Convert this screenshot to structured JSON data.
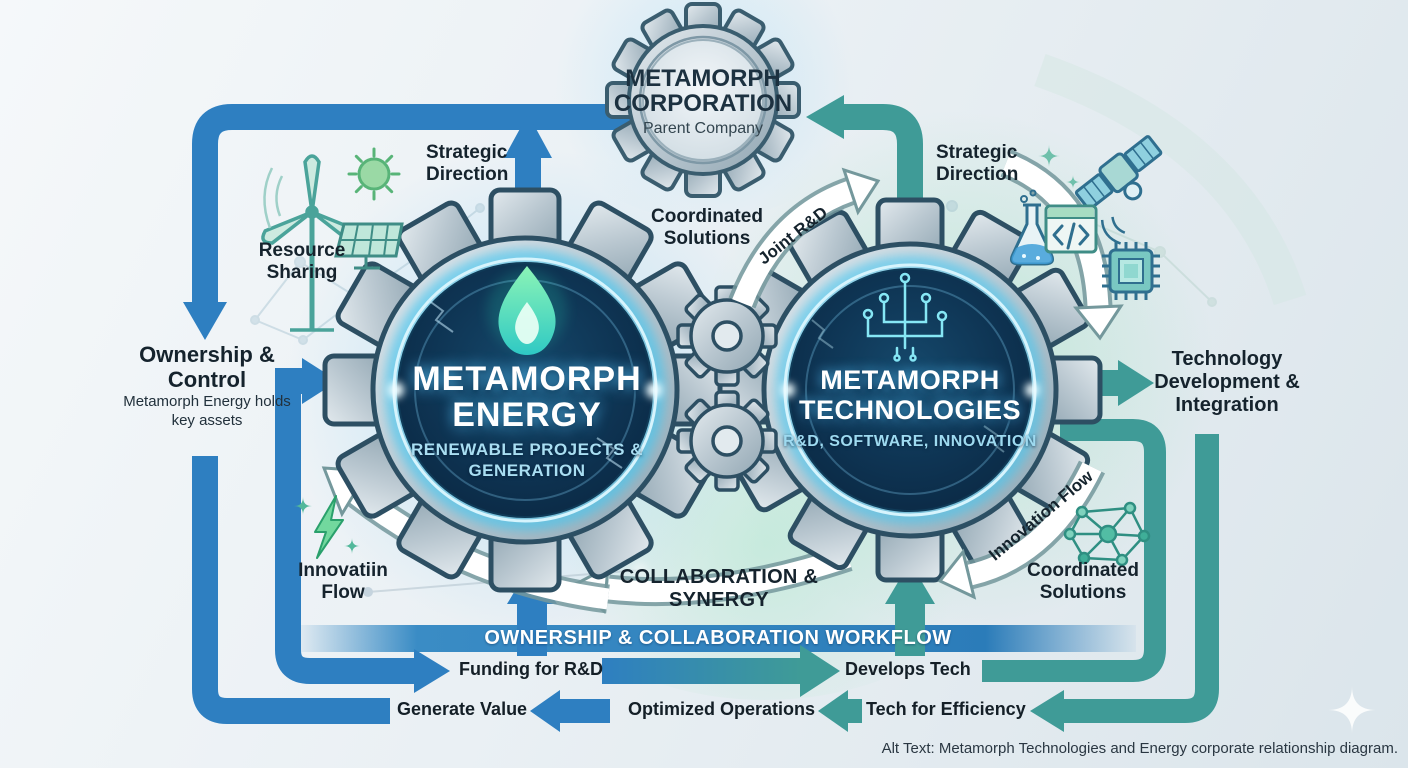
{
  "colors": {
    "arrow_blue": "#2e7fc1",
    "arrow_teal": "#3f9b97",
    "banner_blue": "#2e82c0",
    "ring_cyan": "#45c8f2",
    "core_navy": "#0c2c47",
    "gear_silver": "#b8c6cf",
    "flame_green": "#6fe6a8"
  },
  "parent_gear": {
    "title": "METAMORPH CORPORATION",
    "subtitle": "Parent Company"
  },
  "energy_gear": {
    "title": "METAMORPH ENERGY",
    "subtitle": "RENEWABLE PROJECTS & GENERATION"
  },
  "tech_gear": {
    "title": "METAMORPH TECHNOLOGIES",
    "subtitle": "R&D, SOFTWARE, INNOVATION"
  },
  "labels": {
    "strategic_direction_left": "Strategic Direction",
    "strategic_direction_right": "Strategic Direction",
    "resource_sharing": "Resource Sharing",
    "coordinated_solutions_center": "Coordinated Solutions",
    "joint_rd": "Joint R&D",
    "ownership_control": "Ownership & Control",
    "ownership_note": "Metamorph Energy holds key assets",
    "technology_development": "Technology Development & Integration",
    "innovation_flow_left": "Innovatiin Flow",
    "innovation_flow_right": "Innovation Flow",
    "collaboration_synergy": "COLLABORATION & SYNERGY",
    "coordinated_solutions_right": "Coordinated Solutions",
    "banner": "OWNERSHIP & COLLABORATION WORKFLOW"
  },
  "workflow": {
    "funding": "Funding for R&D",
    "develops": "Develops Tech",
    "generate": "Generate Value",
    "optimized": "Optimized Operations",
    "tech_for_efficiency": "Tech for Efficiency"
  },
  "footer": {
    "alt_text": "Alt Text: Metamorph Technologies and Energy corporate relationship diagram."
  },
  "icons": [
    "wind-turbine",
    "sun",
    "solar-panel",
    "satellite",
    "flask",
    "code-window",
    "chip",
    "lightning-bolt",
    "molecule-network",
    "sparkle"
  ]
}
